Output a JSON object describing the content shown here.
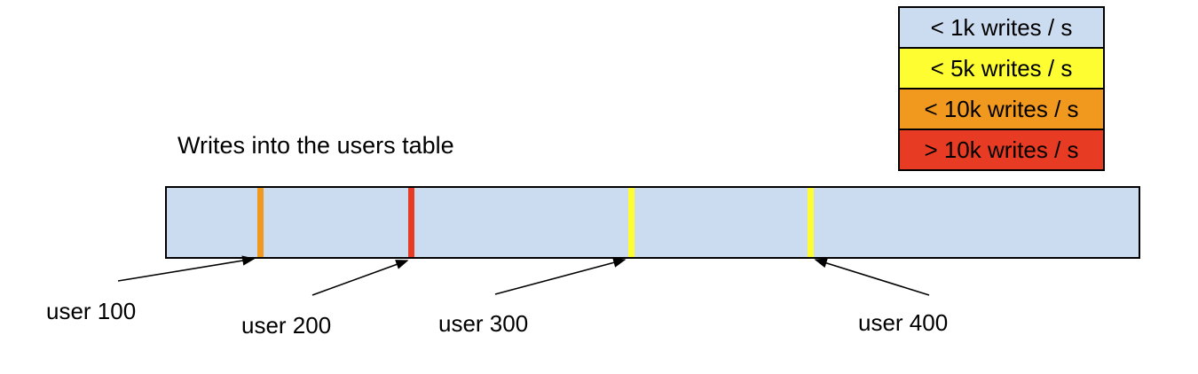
{
  "diagram": {
    "title": "Writes into the users table",
    "bar_color": "#ccdcf0",
    "border_color": "#000000",
    "markers": [
      {
        "label": "user 100",
        "color": "#f0991e"
      },
      {
        "label": "user 200",
        "color": "#e83b23"
      },
      {
        "label": "user 300",
        "color": "#fdfd32"
      },
      {
        "label": "user 400",
        "color": "#fdfd32"
      }
    ]
  },
  "legend": {
    "items": [
      {
        "label": "< 1k writes / s",
        "color": "#ccdcf0"
      },
      {
        "label": "< 5k writes / s",
        "color": "#fdfd32"
      },
      {
        "label": "< 10k writes / s",
        "color": "#f0991e"
      },
      {
        "label": "> 10k writes / s",
        "color": "#e83b23"
      }
    ]
  }
}
